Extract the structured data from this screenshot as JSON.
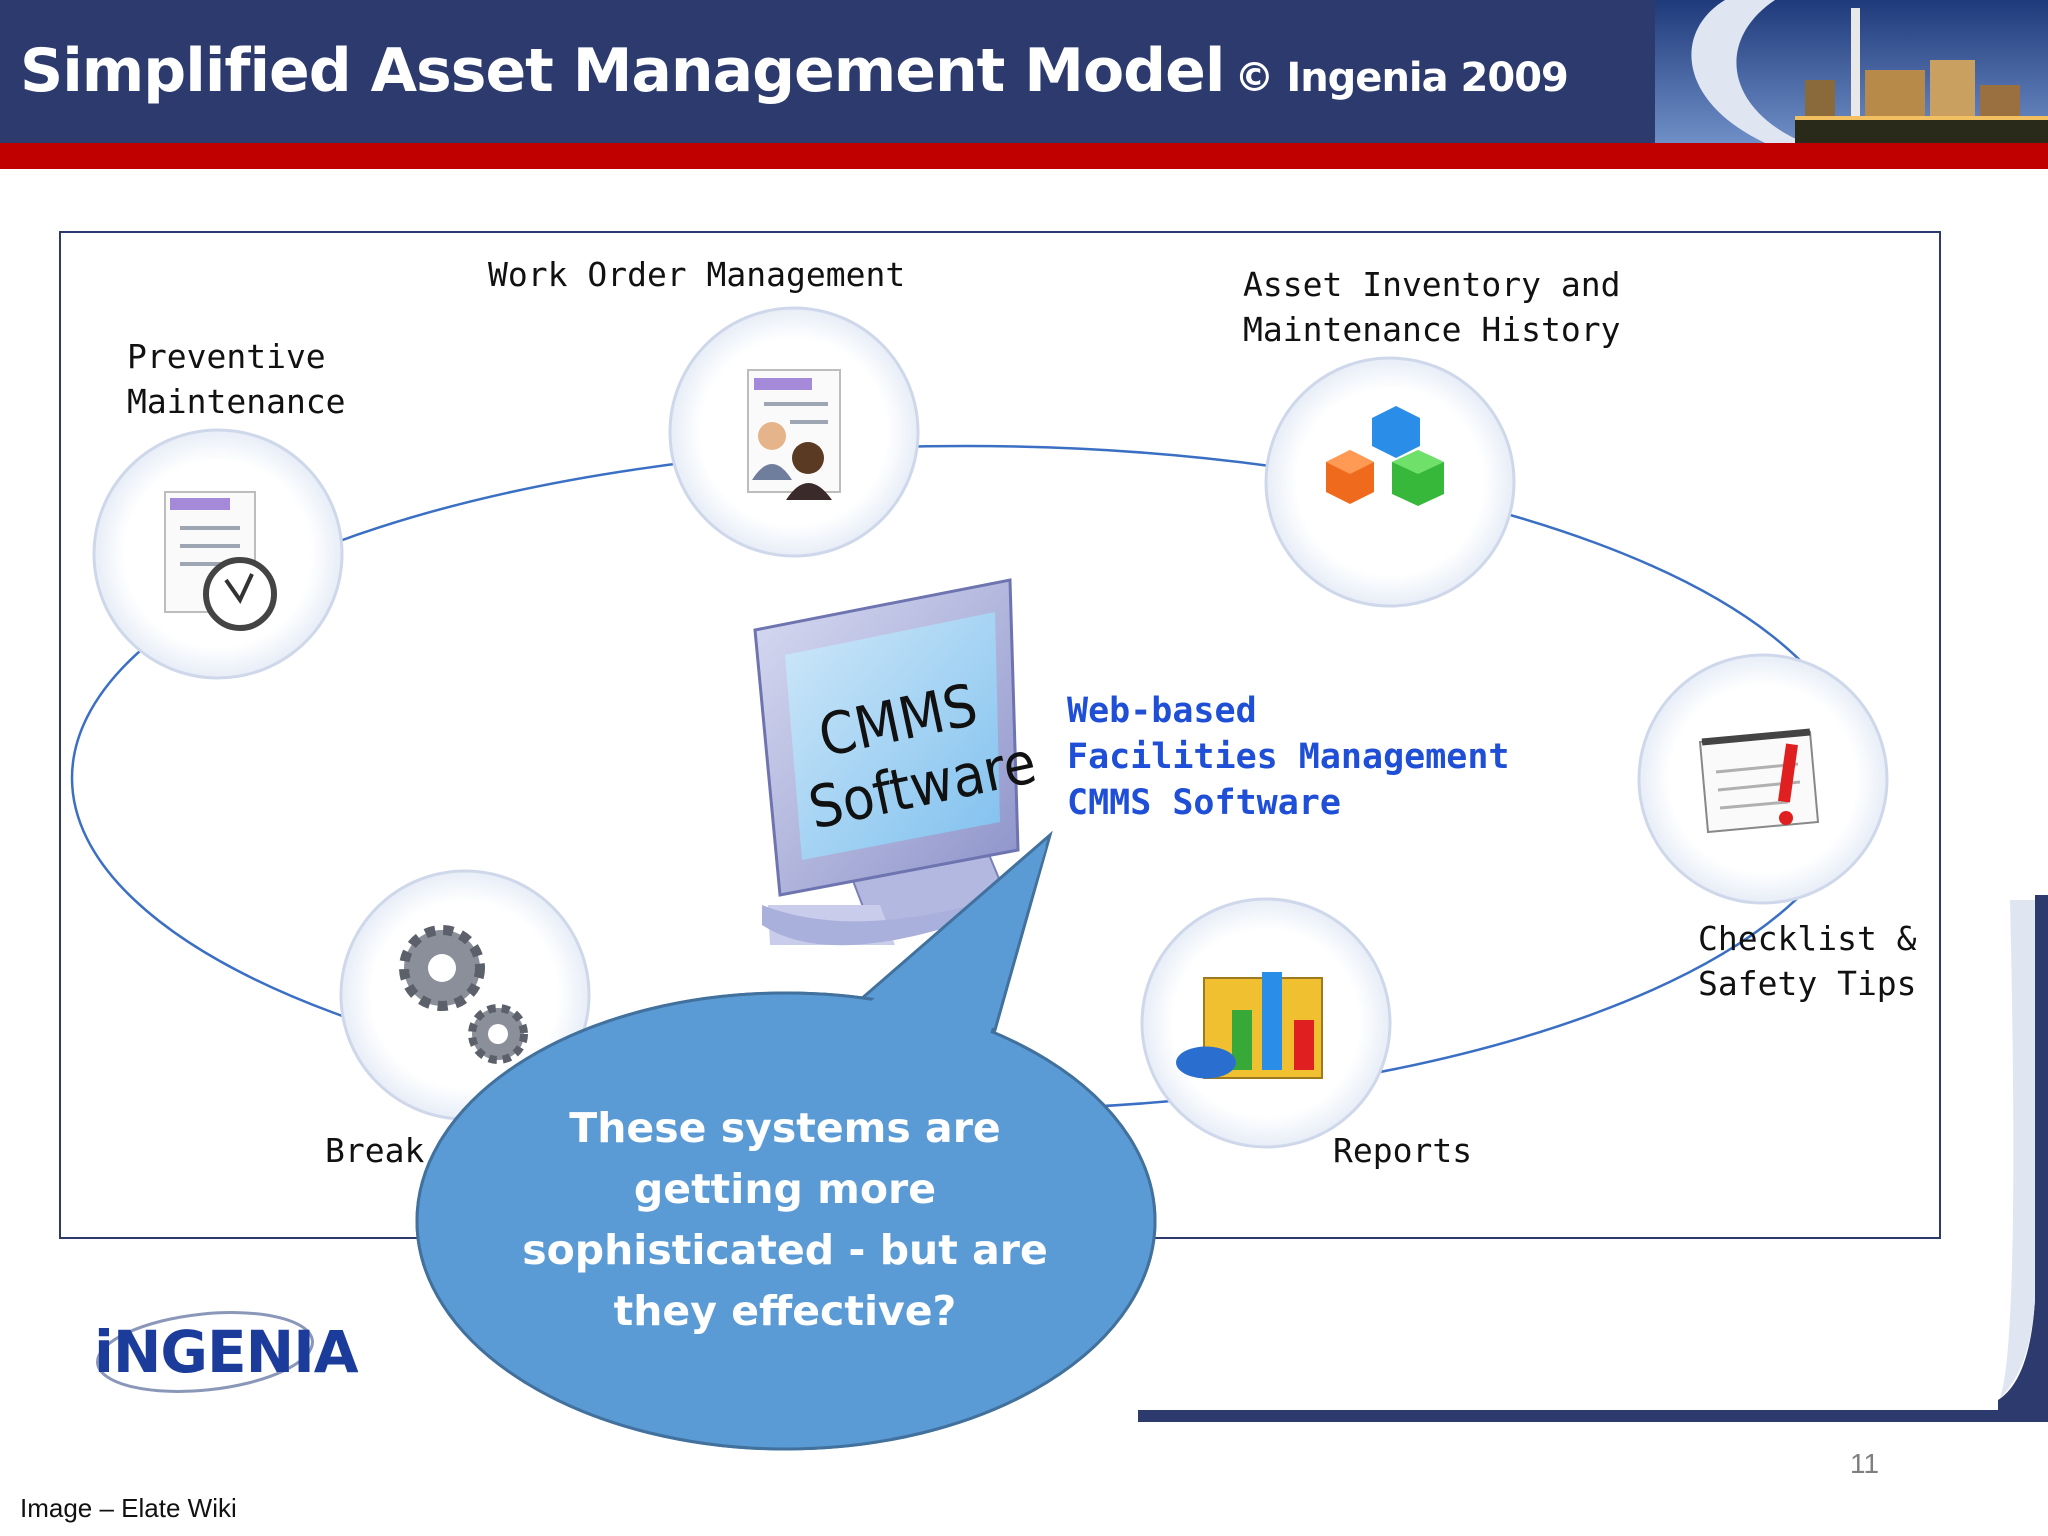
{
  "header": {
    "title": "Simplified Asset Management Model",
    "copyright": "© Ingenia 2009"
  },
  "diagram": {
    "nodes": [
      {
        "label": "Preventive\nMaintenance",
        "icon": "checklist-clock-icon"
      },
      {
        "label": "Work Order Management",
        "icon": "people-document-icon"
      },
      {
        "label": "Asset Inventory and\nMaintenance History",
        "icon": "colored-cubes-icon"
      },
      {
        "label": "Checklist &\nSafety Tips",
        "icon": "notepad-alert-icon"
      },
      {
        "label": "Reports",
        "icon": "bar-chart-icon"
      },
      {
        "label": "Break",
        "icon": "gears-icon"
      }
    ],
    "monitor": {
      "line1": "CMMS",
      "line2": "Software"
    },
    "web_label": "Web-based\nFacilities Management\nCMMS Software"
  },
  "callout": {
    "text": "These systems are getting more sophisticated - but are they effective?",
    "color": "#5b9bd5"
  },
  "logo": {
    "text": "iNGENIA"
  },
  "footer": {
    "page_number": "11",
    "source": "Image – Elate Wiki"
  },
  "colors": {
    "header": "#2c3a6e",
    "accent_red": "#c00000",
    "link_blue": "#1f4fd6"
  }
}
